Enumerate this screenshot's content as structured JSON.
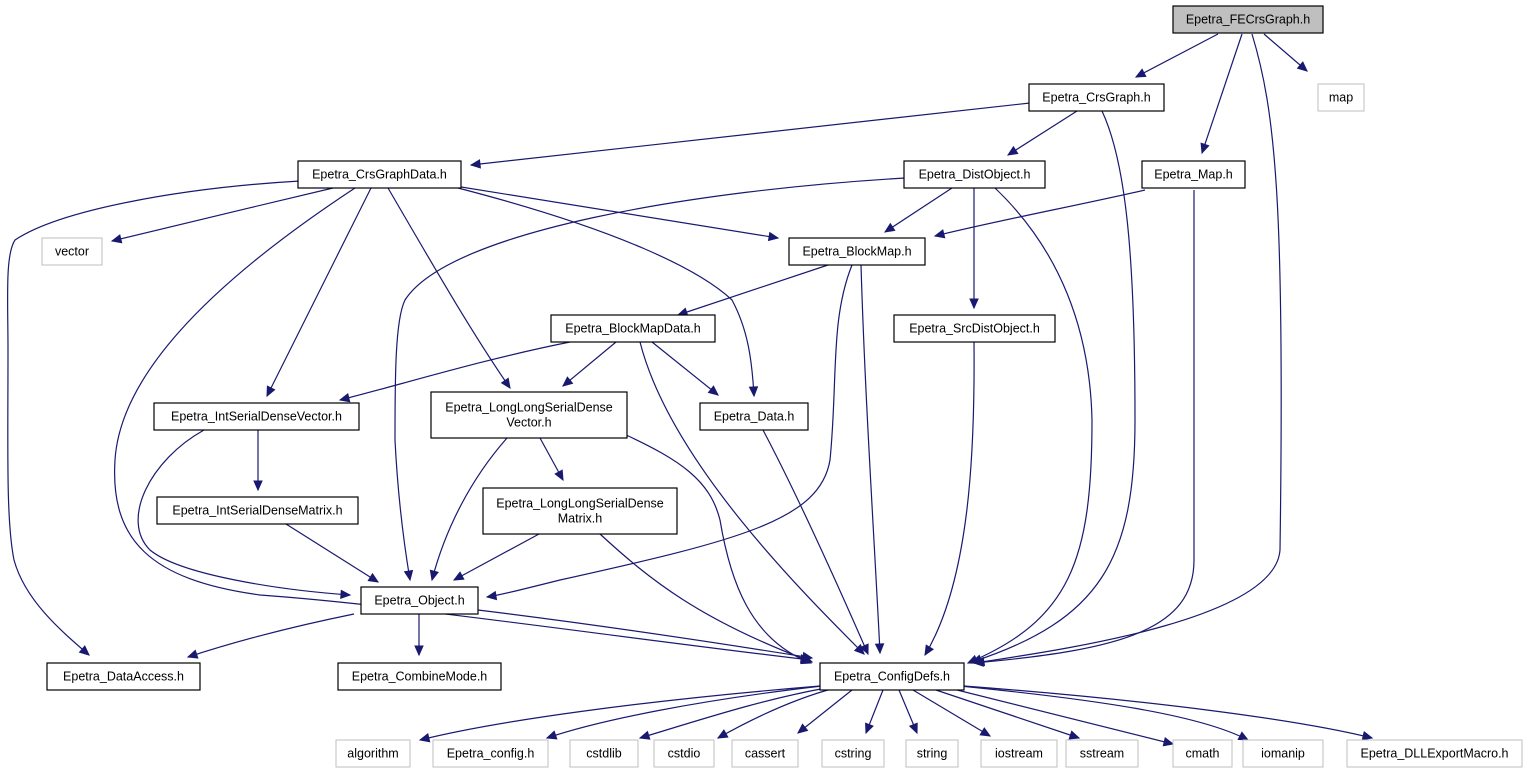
{
  "graph": {
    "nodes": [
      {
        "id": "fecrs",
        "label": "Epetra_FECrsGraph.h",
        "kind": "root"
      },
      {
        "id": "crs",
        "label": "Epetra_CrsGraph.h",
        "kind": "local"
      },
      {
        "id": "map",
        "label": "map",
        "kind": "external"
      },
      {
        "id": "crsdata",
        "label": "Epetra_CrsGraphData.h",
        "kind": "local"
      },
      {
        "id": "dist",
        "label": "Epetra_DistObject.h",
        "kind": "local"
      },
      {
        "id": "emap",
        "label": "Epetra_Map.h",
        "kind": "local"
      },
      {
        "id": "vector",
        "label": "vector",
        "kind": "external"
      },
      {
        "id": "blockmap",
        "label": "Epetra_BlockMap.h",
        "kind": "local"
      },
      {
        "id": "bmdata",
        "label": "Epetra_BlockMapData.h",
        "kind": "local"
      },
      {
        "id": "srcdist",
        "label": "Epetra_SrcDistObject.h",
        "kind": "local"
      },
      {
        "id": "intvec",
        "label": "Epetra_IntSerialDenseVector.h",
        "kind": "local"
      },
      {
        "id": "llvec",
        "label": "Epetra_LongLongSerialDense\nVector.h",
        "kind": "local"
      },
      {
        "id": "data",
        "label": "Epetra_Data.h",
        "kind": "local"
      },
      {
        "id": "intmat",
        "label": "Epetra_IntSerialDenseMatrix.h",
        "kind": "local"
      },
      {
        "id": "llmat",
        "label": "Epetra_LongLongSerialDense\nMatrix.h",
        "kind": "local"
      },
      {
        "id": "object",
        "label": "Epetra_Object.h",
        "kind": "local"
      },
      {
        "id": "access",
        "label": "Epetra_DataAccess.h",
        "kind": "local"
      },
      {
        "id": "combine",
        "label": "Epetra_CombineMode.h",
        "kind": "local"
      },
      {
        "id": "config",
        "label": "Epetra_ConfigDefs.h",
        "kind": "local"
      },
      {
        "id": "algorithm",
        "label": "algorithm",
        "kind": "external"
      },
      {
        "id": "econfig",
        "label": "Epetra_config.h",
        "kind": "external"
      },
      {
        "id": "cstdlib",
        "label": "cstdlib",
        "kind": "external"
      },
      {
        "id": "cstdio",
        "label": "cstdio",
        "kind": "external"
      },
      {
        "id": "cassert",
        "label": "cassert",
        "kind": "external"
      },
      {
        "id": "cstring",
        "label": "cstring",
        "kind": "external"
      },
      {
        "id": "string",
        "label": "string",
        "kind": "external"
      },
      {
        "id": "iostream",
        "label": "iostream",
        "kind": "external"
      },
      {
        "id": "sstream",
        "label": "sstream",
        "kind": "external"
      },
      {
        "id": "cmath",
        "label": "cmath",
        "kind": "external"
      },
      {
        "id": "iomanip",
        "label": "iomanip",
        "kind": "external"
      },
      {
        "id": "dllexport",
        "label": "Epetra_DLLExportMacro.h",
        "kind": "external"
      }
    ],
    "edges": [
      [
        "fecrs",
        "crs"
      ],
      [
        "fecrs",
        "map"
      ],
      [
        "fecrs",
        "emap"
      ],
      [
        "fecrs",
        "config"
      ],
      [
        "crs",
        "crsdata"
      ],
      [
        "crs",
        "dist"
      ],
      [
        "crs",
        "config"
      ],
      [
        "crsdata",
        "vector"
      ],
      [
        "crsdata",
        "access"
      ],
      [
        "crsdata",
        "blockmap"
      ],
      [
        "crsdata",
        "intvec"
      ],
      [
        "crsdata",
        "llvec"
      ],
      [
        "crsdata",
        "data"
      ],
      [
        "crsdata",
        "config"
      ],
      [
        "dist",
        "blockmap"
      ],
      [
        "dist",
        "srcdist"
      ],
      [
        "dist",
        "object"
      ],
      [
        "dist",
        "config"
      ],
      [
        "emap",
        "blockmap"
      ],
      [
        "emap",
        "config"
      ],
      [
        "blockmap",
        "bmdata"
      ],
      [
        "blockmap",
        "object"
      ],
      [
        "blockmap",
        "config"
      ],
      [
        "bmdata",
        "intvec"
      ],
      [
        "bmdata",
        "llvec"
      ],
      [
        "bmdata",
        "data"
      ],
      [
        "bmdata",
        "config"
      ],
      [
        "srcdist",
        "config"
      ],
      [
        "intvec",
        "intmat"
      ],
      [
        "intvec",
        "object"
      ],
      [
        "llvec",
        "llmat"
      ],
      [
        "llvec",
        "object"
      ],
      [
        "llvec",
        "config"
      ],
      [
        "data",
        "config"
      ],
      [
        "intmat",
        "object"
      ],
      [
        "llmat",
        "object"
      ],
      [
        "llmat",
        "config"
      ],
      [
        "object",
        "access"
      ],
      [
        "object",
        "combine"
      ],
      [
        "object",
        "config"
      ],
      [
        "config",
        "algorithm"
      ],
      [
        "config",
        "econfig"
      ],
      [
        "config",
        "cstdlib"
      ],
      [
        "config",
        "cstdio"
      ],
      [
        "config",
        "cassert"
      ],
      [
        "config",
        "cstring"
      ],
      [
        "config",
        "string"
      ],
      [
        "config",
        "iostream"
      ],
      [
        "config",
        "sstream"
      ],
      [
        "config",
        "cmath"
      ],
      [
        "config",
        "iomanip"
      ],
      [
        "config",
        "dllexport"
      ]
    ]
  }
}
